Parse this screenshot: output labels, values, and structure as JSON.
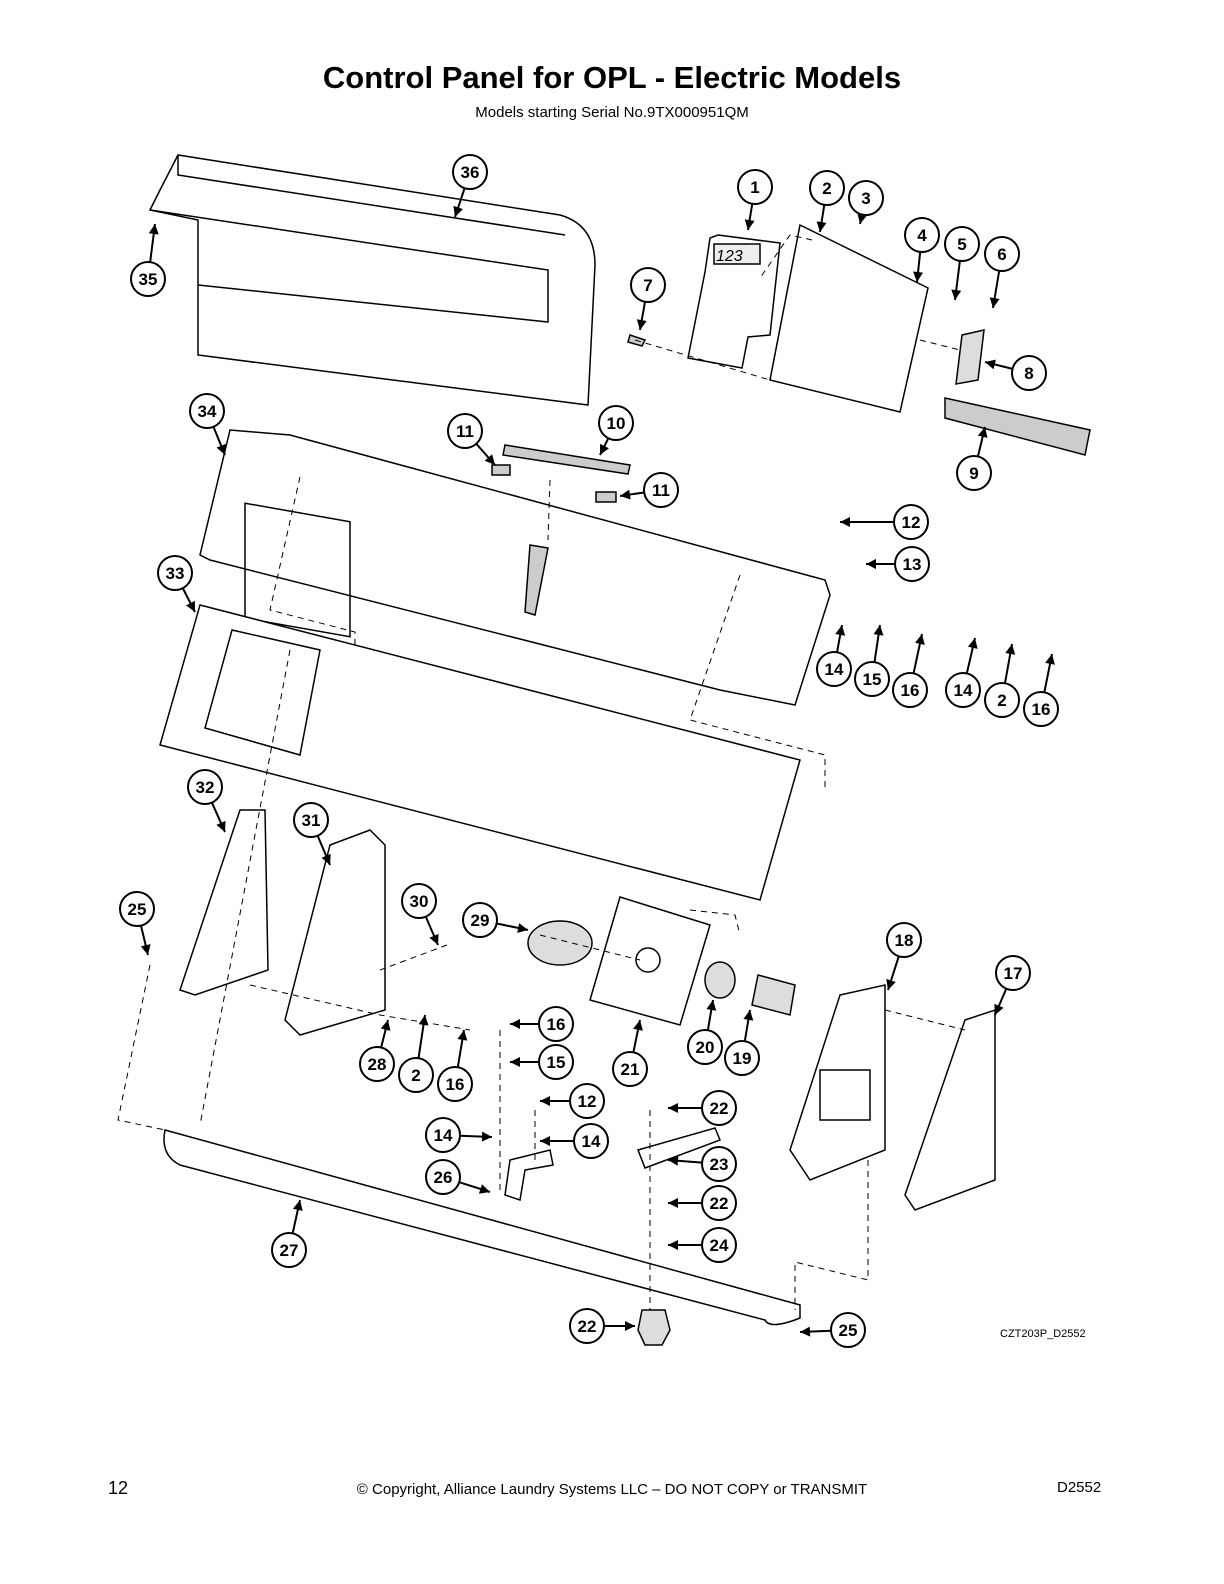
{
  "header": {
    "title": "Control Panel for OPL - Electric Models",
    "subtitle": "Models starting Serial No.9TX000951QM"
  },
  "diagram": {
    "drawing_code": "CZT203P_D2552",
    "display_digits": "123",
    "callouts": [
      "36",
      "35",
      "1",
      "2",
      "3",
      "4",
      "5",
      "6",
      "7",
      "8",
      "9",
      "34",
      "11",
      "10",
      "11",
      "12",
      "13",
      "33",
      "14",
      "15",
      "16",
      "14",
      "2",
      "16",
      "32",
      "31",
      "25",
      "30",
      "29",
      "21",
      "20",
      "19",
      "18",
      "17",
      "28",
      "2",
      "16",
      "16",
      "15",
      "12",
      "14",
      "14",
      "26",
      "22",
      "23",
      "22",
      "24",
      "27",
      "22",
      "25"
    ]
  },
  "footer": {
    "page_number": "12",
    "copyright": "© Copyright, Alliance Laundry Systems LLC – DO NOT COPY or TRANSMIT",
    "doc_code": "D2552"
  }
}
